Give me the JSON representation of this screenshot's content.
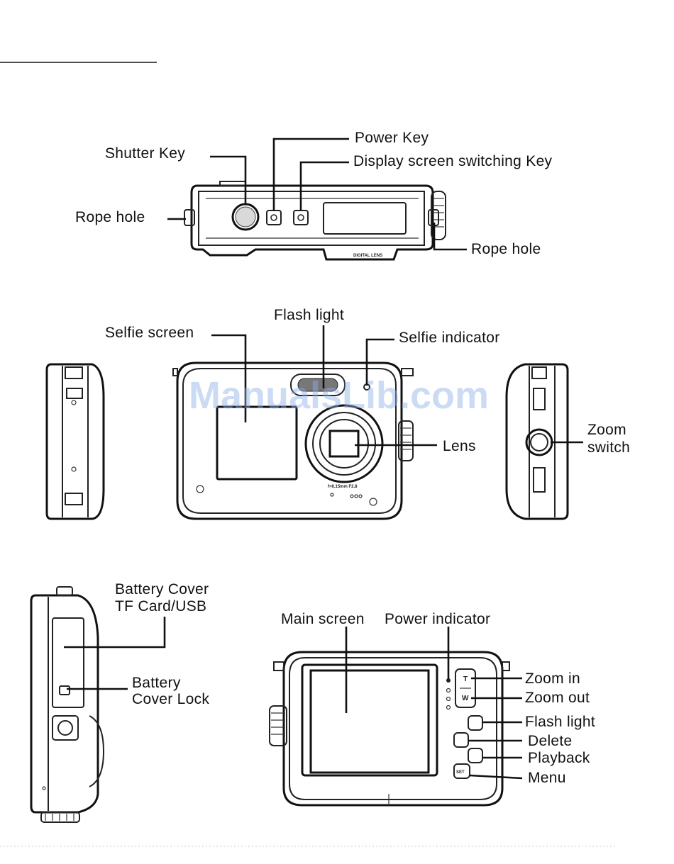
{
  "watermark": "ManualsLib.com",
  "top_view": {
    "shutter_key": "Shutter Key",
    "power_key": "Power Key",
    "display_switch_key": "Display screen switching Key",
    "rope_hole_left": "Rope hole",
    "rope_hole_right": "Rope hole",
    "lens_text": "DIGITAL LENS"
  },
  "front_view": {
    "selfie_screen": "Selfie screen",
    "flash_light": "Flash light",
    "selfie_indicator": "Selfie indicator",
    "lens": "Lens",
    "zoom_switch_line1": "Zoom",
    "zoom_switch_line2": "switch",
    "lens_ring_text": "f=6.15mm F2.8"
  },
  "back_view": {
    "battery_cover_line1": "Battery Cover",
    "battery_cover_line2": "TF Card/USB",
    "battery_lock_line1": "Battery",
    "battery_lock_line2": "Cover Lock",
    "main_screen": "Main screen",
    "power_indicator": "Power indicator",
    "zoom_in": "Zoom in",
    "zoom_out": "Zoom out",
    "flash_light": "Flash light",
    "delete": "Delete",
    "playback": "Playback",
    "menu": "Menu",
    "btn_t": "T",
    "btn_w": "W",
    "btn_set": "SET"
  }
}
